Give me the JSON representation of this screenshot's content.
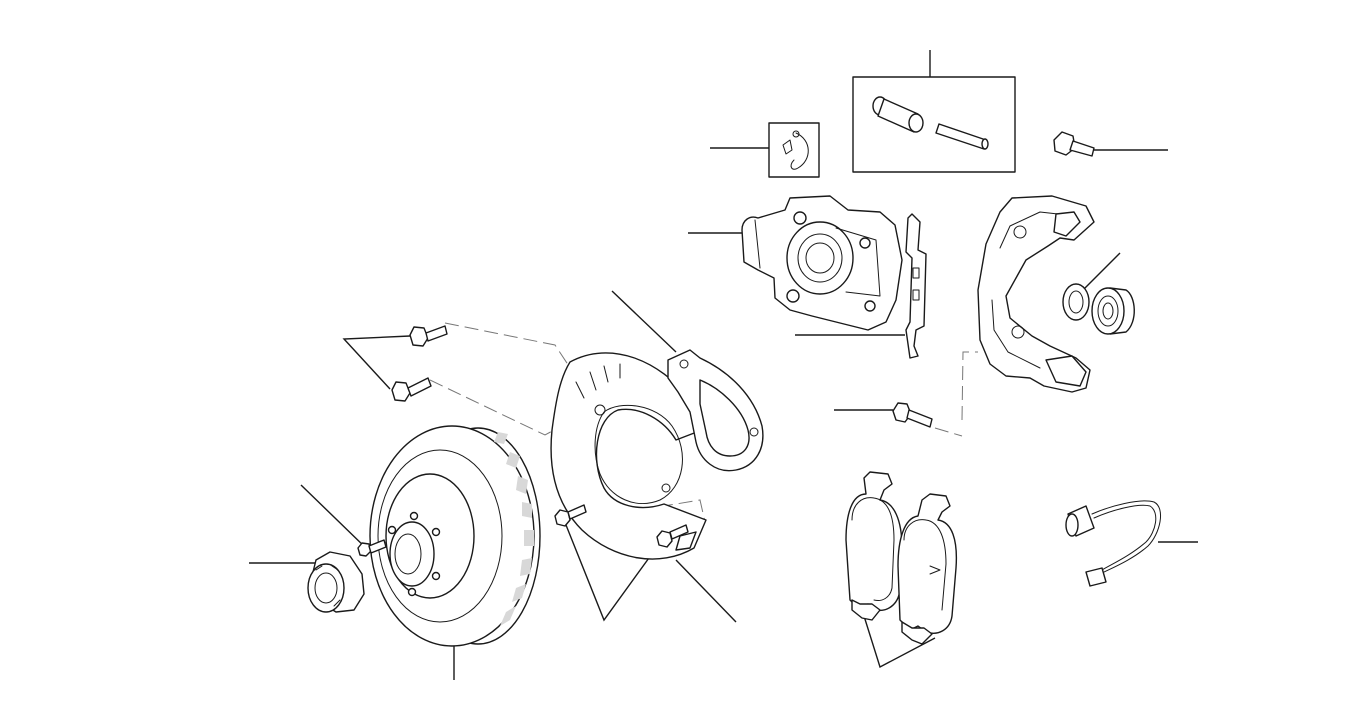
{
  "diagram": {
    "title": "",
    "parts": [
      {
        "id": "wheel-hub-nut",
        "icon": "hub-nut-icon"
      },
      {
        "id": "disc-screw",
        "icon": "screw-icon"
      },
      {
        "id": "brake-disc",
        "icon": "brake-disc-icon"
      },
      {
        "id": "splash-shield-bolts",
        "icon": "bolt-icon"
      },
      {
        "id": "splash-shield",
        "icon": "splash-shield-icon"
      },
      {
        "id": "shield-gasket",
        "icon": "gasket-icon"
      },
      {
        "id": "shield-screws",
        "icon": "screw-icon"
      },
      {
        "id": "bleed-screw-kit",
        "icon": "bleed-screw-icon"
      },
      {
        "id": "guide-pin-kit",
        "icon": "guide-pin-icon"
      },
      {
        "id": "caliper",
        "icon": "caliper-icon"
      },
      {
        "id": "anti-rattle-spring",
        "icon": "spring-icon"
      },
      {
        "id": "caliper-carrier",
        "icon": "carrier-icon"
      },
      {
        "id": "carrier-bolt-top",
        "icon": "bolt-icon"
      },
      {
        "id": "carrier-bolt-lower",
        "icon": "bolt-icon"
      },
      {
        "id": "wheel-bearing",
        "icon": "bearing-icon"
      },
      {
        "id": "brake-pads",
        "icon": "brake-pad-icon"
      },
      {
        "id": "wear-sensor",
        "icon": "wear-sensor-icon"
      }
    ]
  }
}
